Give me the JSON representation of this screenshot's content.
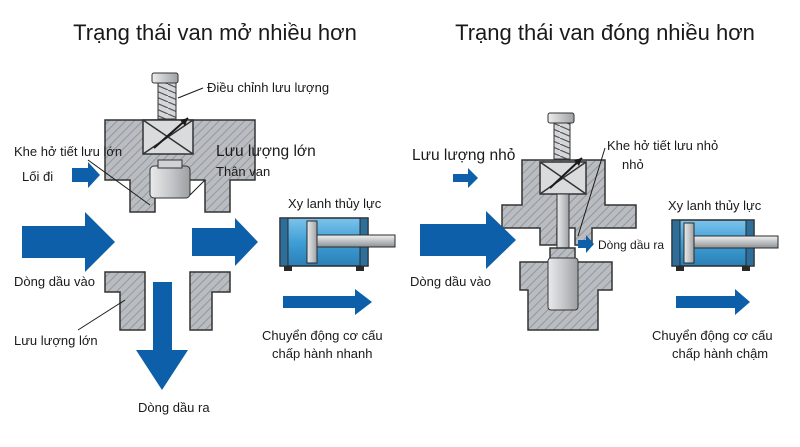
{
  "colors": {
    "arrow_blue": "#0c5fa8",
    "cylinder_blue": "#3f9fd6",
    "body_gray": "#b9bcc0",
    "outline": "#2a2a2a"
  },
  "left_panel": {
    "title": "Trạng thái van mở nhiều hơn",
    "labels": {
      "adjust": "Điều chỉnh lưu lượng",
      "gap": "Khe hở tiết lưu lớn",
      "big_flow_top": "Lưu lượng lớn",
      "body": "Thân van",
      "outlet": "Lối đi",
      "cylinder": "Xy lanh thủy lực",
      "oil_in": "Dòng dầu vào",
      "big_flow_bottom": "Lưu lượng lớn",
      "motion_1": "Chuyển động cơ cấu",
      "motion_2": "chấp hành nhanh",
      "oil_out": "Dòng dầu ra"
    }
  },
  "right_panel": {
    "title": "Trạng thái van đóng nhiều hơn",
    "labels": {
      "small_flow": "Lưu lượng nhỏ",
      "gap_1": "Khe hở tiết lưu nhỏ",
      "gap_2": "nhỏ",
      "oil_out": "Dòng dầu ra",
      "cylinder": "Xy lanh thủy lực",
      "oil_in": "Dòng dầu vào",
      "motion_1": "Chuyển động cơ cấu",
      "motion_2": "chấp hành chậm"
    }
  }
}
